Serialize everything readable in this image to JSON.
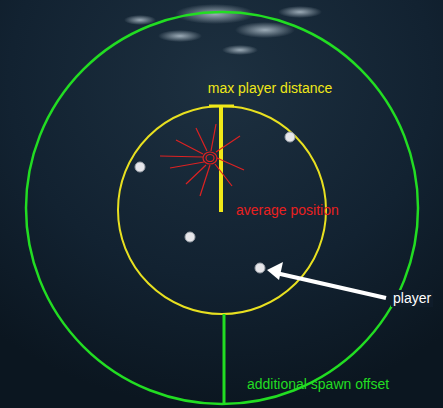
{
  "diagram": {
    "labels": [
      "max player distance",
      "average position",
      "player",
      "additional spawn offset"
    ]
  }
}
